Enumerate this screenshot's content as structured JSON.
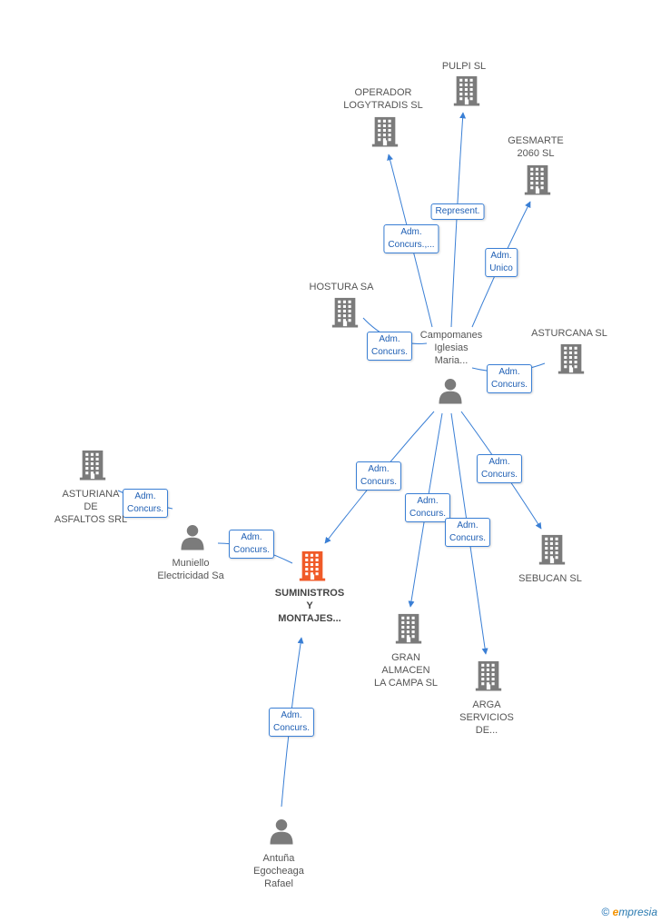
{
  "colors": {
    "edge": "#3a7fd5",
    "node": "#7b7b7b",
    "focus": "#f05a28"
  },
  "nodes": [
    {
      "id": "pulpi",
      "label": "PULPI SL",
      "type": "company"
    },
    {
      "id": "operador",
      "label": "OPERADOR\nLOGYTRADIS SL",
      "type": "company"
    },
    {
      "id": "gesmarte",
      "label": "GESMARTE\n2060 SL",
      "type": "company"
    },
    {
      "id": "hostura",
      "label": "HOSTURA SA",
      "type": "company"
    },
    {
      "id": "campomanes",
      "label": "Campomanes\nIglesias\nMaria...",
      "type": "person"
    },
    {
      "id": "asturcana",
      "label": "ASTURCANA SL",
      "type": "company"
    },
    {
      "id": "asturiana",
      "label": "ASTURIANA\nDE\nASFALTOS SRL",
      "type": "company"
    },
    {
      "id": "muniello",
      "label": "Muniello\nElectricidad Sa",
      "type": "person"
    },
    {
      "id": "suministros",
      "label": "SUMINISTROS\nY\nMONTAJES...",
      "type": "focus"
    },
    {
      "id": "sebucan",
      "label": "SEBUCAN SL",
      "type": "company"
    },
    {
      "id": "gran",
      "label": "GRAN\nALMACEN\nLA CAMPA SL",
      "type": "company"
    },
    {
      "id": "arga",
      "label": "ARGA\nSERVICIOS\nDE...",
      "type": "company"
    },
    {
      "id": "antuna",
      "label": "Antuña\nEgocheaga\nRafael",
      "type": "person"
    }
  ],
  "edges": [
    {
      "from": "campomanes",
      "to": "operador",
      "label": "Adm.\nConcurs.,..."
    },
    {
      "from": "campomanes",
      "to": "pulpi",
      "label": "Represent."
    },
    {
      "from": "campomanes",
      "to": "gesmarte",
      "label": "Adm.\nUnico"
    },
    {
      "from": "campomanes",
      "to": "hostura",
      "label": "Adm.\nConcurs."
    },
    {
      "from": "campomanes",
      "to": "asturcana",
      "label": "Adm.\nConcurs."
    },
    {
      "from": "campomanes",
      "to": "suministros",
      "label": "Adm.\nConcurs."
    },
    {
      "from": "campomanes",
      "to": "gran",
      "label": "Adm.\nConcurs."
    },
    {
      "from": "campomanes",
      "to": "arga",
      "label": "Adm.\nConcurs."
    },
    {
      "from": "campomanes",
      "to": "sebucan",
      "label": "Adm.\nConcurs."
    },
    {
      "from": "muniello",
      "to": "suministros",
      "label": "Adm.\nConcurs."
    },
    {
      "from": "asturiana",
      "to": "suministros",
      "label": "Adm.\nConcurs."
    },
    {
      "from": "antuna",
      "to": "suministros",
      "label": "Adm.\nConcurs."
    }
  ],
  "footer": {
    "copyright": "©",
    "brand_initial": "e",
    "brand_rest": "mpresia"
  }
}
